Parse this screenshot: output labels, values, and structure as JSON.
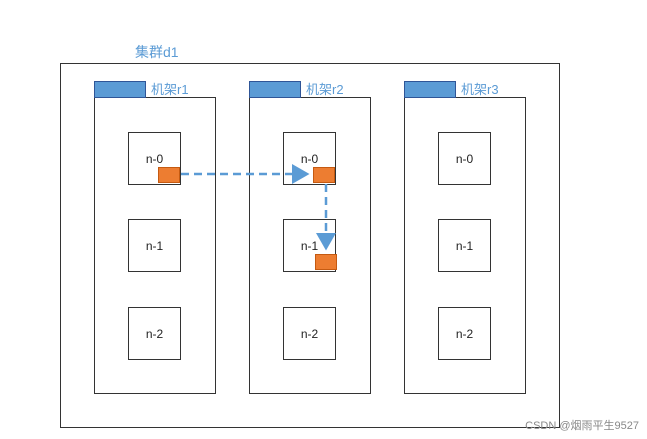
{
  "cluster": {
    "label": "集群d1"
  },
  "racks": [
    {
      "label": "机架r1",
      "nodes": [
        "n-0",
        "n-1",
        "n-2"
      ]
    },
    {
      "label": "机架r2",
      "nodes": [
        "n-0",
        "n-1",
        "n-2"
      ]
    },
    {
      "label": "机架r3",
      "nodes": [
        "n-0",
        "n-1",
        "n-2"
      ]
    }
  ],
  "colors": {
    "accent_blue": "#5b9bd5",
    "block_orange": "#ed7d31",
    "border": "#333333"
  },
  "watermark": "CSDN @烟雨平生9527"
}
